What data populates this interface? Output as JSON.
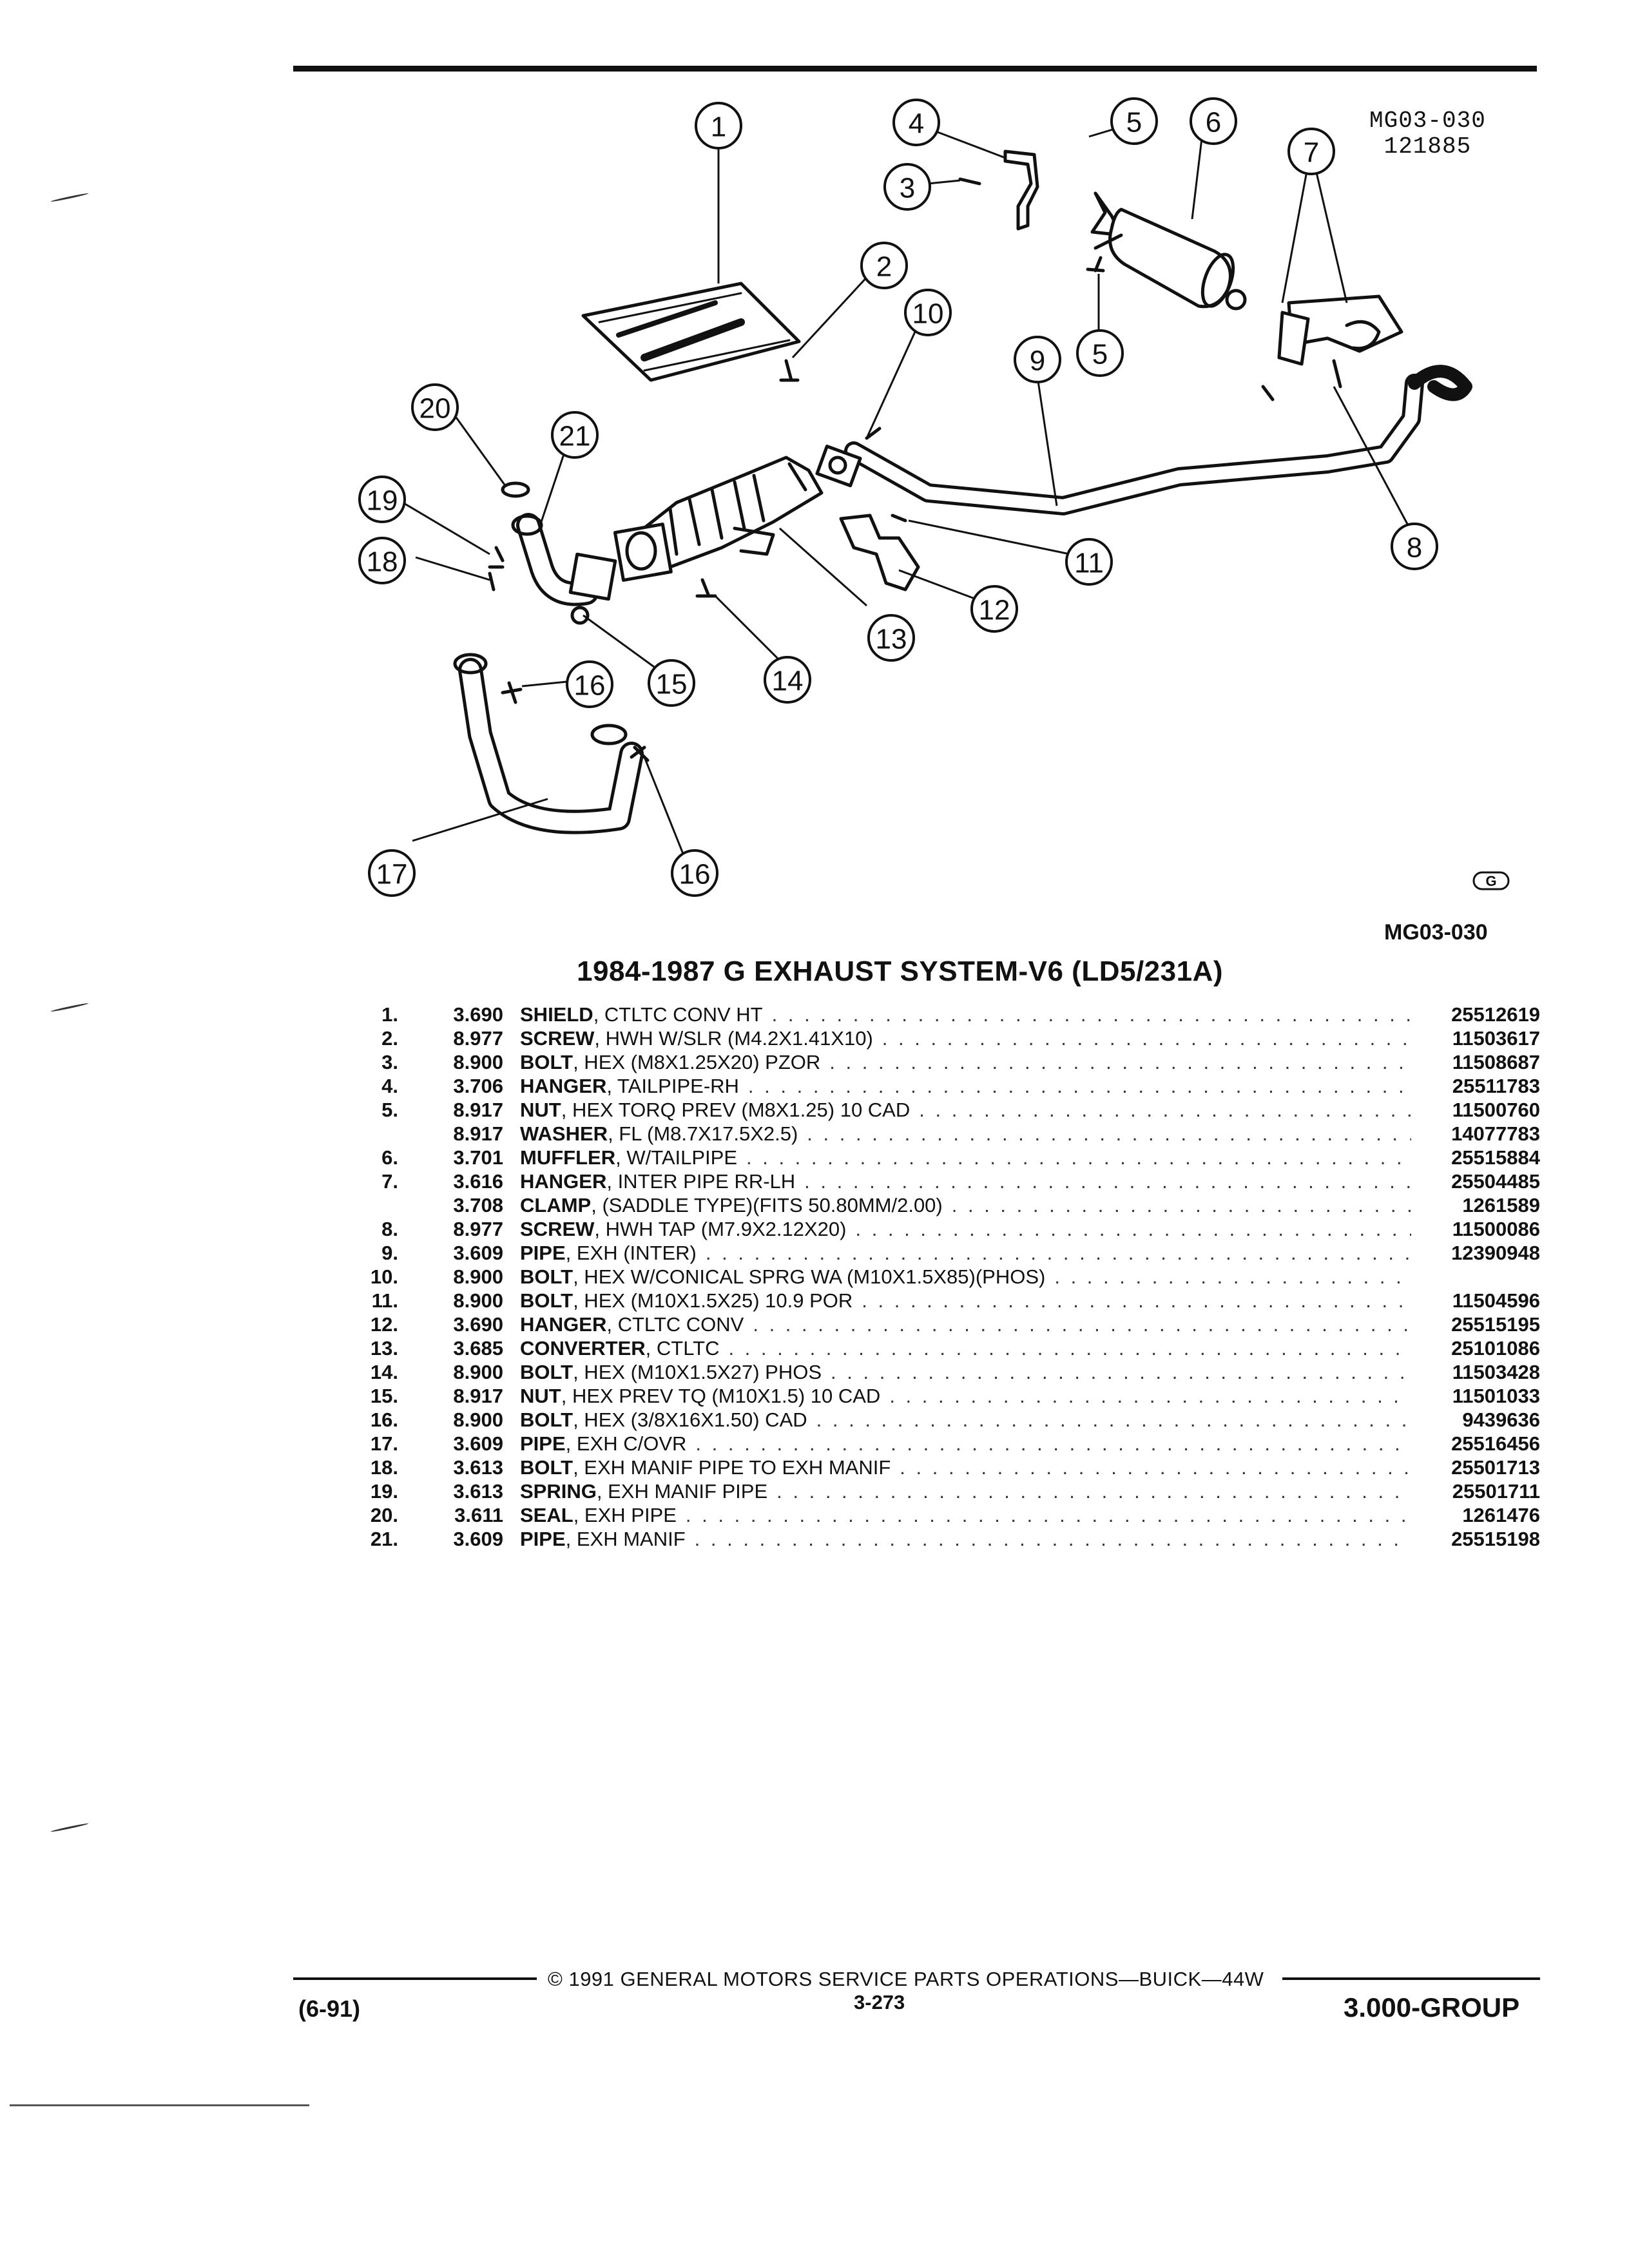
{
  "diagram": {
    "code_top": "MG03-030",
    "code_top_date": "121885",
    "code_bottom": "MG03-030",
    "logo_letter": "G",
    "callouts": [
      "1",
      "2",
      "3",
      "4",
      "5",
      "5",
      "6",
      "7",
      "8",
      "9",
      "10",
      "11",
      "12",
      "13",
      "14",
      "15",
      "16",
      "16",
      "17",
      "18",
      "19",
      "20",
      "21"
    ]
  },
  "title": "1984-1987 G EXHAUST SYSTEM-V6 (LD5/231A)",
  "parts": [
    {
      "index": "1.",
      "group": "3.690",
      "name": "SHIELD",
      "desc": ", CTLTC CONV HT",
      "part": "25512619"
    },
    {
      "index": "2.",
      "group": "8.977",
      "name": "SCREW",
      "desc": ", HWH W/SLR (M4.2X1.41X10)",
      "part": "11503617"
    },
    {
      "index": "3.",
      "group": "8.900",
      "name": "BOLT",
      "desc": ", HEX (M8X1.25X20) PZOR",
      "part": "11508687"
    },
    {
      "index": "4.",
      "group": "3.706",
      "name": "HANGER",
      "desc": ", TAILPIPE-RH",
      "part": "25511783"
    },
    {
      "index": "5.",
      "group": "8.917",
      "name": "NUT",
      "desc": ", HEX TORQ PREV (M8X1.25) 10 CAD",
      "part": "11500760"
    },
    {
      "index": "",
      "group": "8.917",
      "name": "WASHER",
      "desc": ", FL (M8.7X17.5X2.5)",
      "part": "14077783"
    },
    {
      "index": "6.",
      "group": "3.701",
      "name": "MUFFLER",
      "desc": ", W/TAILPIPE",
      "part": "25515884"
    },
    {
      "index": "7.",
      "group": "3.616",
      "name": "HANGER",
      "desc": ", INTER PIPE RR-LH",
      "part": "25504485"
    },
    {
      "index": "",
      "group": "3.708",
      "name": "CLAMP",
      "desc": ", (SADDLE TYPE)(FITS 50.80MM/2.00)",
      "part": "1261589"
    },
    {
      "index": "8.",
      "group": "8.977",
      "name": "SCREW",
      "desc": ", HWH TAP (M7.9X2.12X20)",
      "part": "11500086"
    },
    {
      "index": "9.",
      "group": "3.609",
      "name": "PIPE",
      "desc": ", EXH (INTER)",
      "part": "12390948"
    },
    {
      "index": "10.",
      "group": "8.900",
      "name": "BOLT",
      "desc": ", HEX W/CONICAL SPRG WA (M10X1.5X85)(PHOS)",
      "part": ""
    },
    {
      "index": "11.",
      "group": "8.900",
      "name": "BOLT",
      "desc": ", HEX (M10X1.5X25) 10.9 POR",
      "part": "11504596"
    },
    {
      "index": "12.",
      "group": "3.690",
      "name": "HANGER",
      "desc": ", CTLTC CONV",
      "part": "25515195"
    },
    {
      "index": "13.",
      "group": "3.685",
      "name": "CONVERTER",
      "desc": ", CTLTC",
      "part": "25101086"
    },
    {
      "index": "14.",
      "group": "8.900",
      "name": "BOLT",
      "desc": ", HEX (M10X1.5X27) PHOS",
      "part": "11503428"
    },
    {
      "index": "15.",
      "group": "8.917",
      "name": "NUT",
      "desc": ", HEX PREV TQ (M10X1.5) 10 CAD",
      "part": "11501033"
    },
    {
      "index": "16.",
      "group": "8.900",
      "name": "BOLT",
      "desc": ", HEX (3/8X16X1.50) CAD",
      "part": "9439636"
    },
    {
      "index": "17.",
      "group": "3.609",
      "name": "PIPE",
      "desc": ", EXH C/OVR",
      "part": "25516456"
    },
    {
      "index": "18.",
      "group": "3.613",
      "name": "BOLT",
      "desc": ", EXH MANIF PIPE TO EXH MANIF",
      "part": "25501713"
    },
    {
      "index": "19.",
      "group": "3.613",
      "name": "SPRING",
      "desc": ", EXH MANIF PIPE",
      "part": "25501711"
    },
    {
      "index": "20.",
      "group": "3.611",
      "name": "SEAL",
      "desc": ", EXH PIPE",
      "part": "1261476"
    },
    {
      "index": "21.",
      "group": "3.609",
      "name": "PIPE",
      "desc": ", EXH MANIF",
      "part": "25515198"
    }
  ],
  "footer": {
    "copyright": "© 1991 GENERAL MOTORS SERVICE PARTS OPERATIONS—BUICK—44W",
    "page": "3-273",
    "date": "(6-91)",
    "group": "3.000-GROUP"
  }
}
